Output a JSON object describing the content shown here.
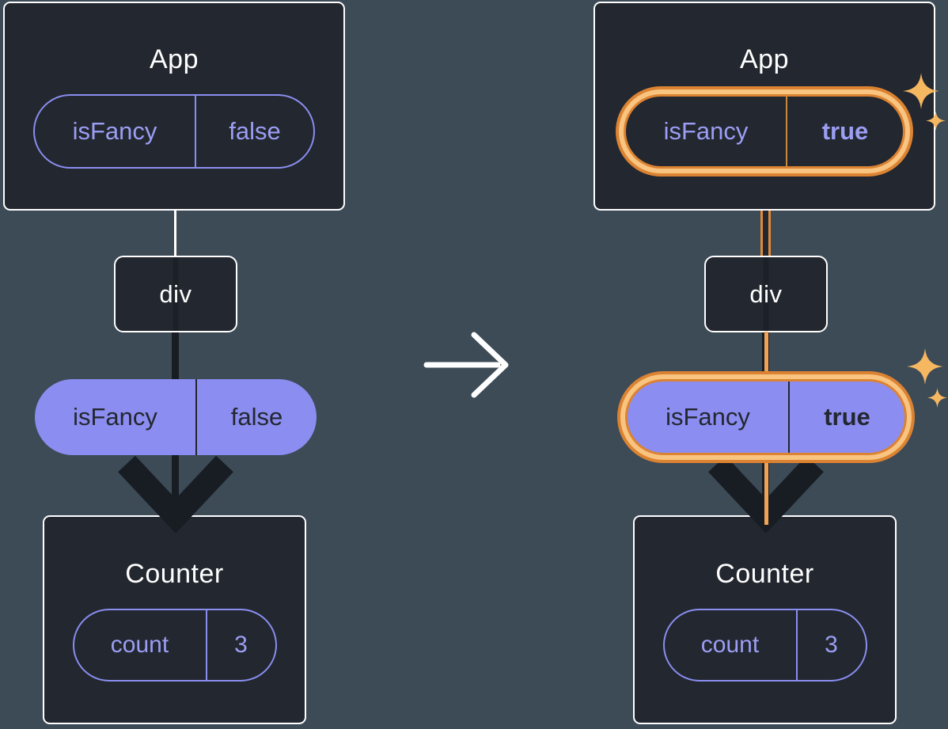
{
  "left": {
    "app_title": "App",
    "app_state": {
      "key": "isFancy",
      "value": "false"
    },
    "div_title": "div",
    "prop": {
      "key": "isFancy",
      "value": "false"
    },
    "counter_title": "Counter",
    "counter_state": {
      "key": "count",
      "value": "3"
    }
  },
  "right": {
    "app_title": "App",
    "app_state": {
      "key": "isFancy",
      "value": "true"
    },
    "div_title": "div",
    "prop": {
      "key": "isFancy",
      "value": "true"
    },
    "counter_title": "Counter",
    "counter_state": {
      "key": "count",
      "value": "3"
    }
  },
  "icons": {
    "flow_arrow": "arrow-right-icon",
    "arrowhead": "arrowhead-down-icon",
    "sparkle": "sparkle-icon"
  },
  "colors": {
    "background": "#3D4B57",
    "node_fill": "#23272F",
    "node_border": "#FFFFFF",
    "purple_border": "#8A8EF0",
    "purple_text": "#9B9EF3",
    "purple_fill": "#8B8DF1",
    "dark_text": "#23272F",
    "arrow_dark": "#181D24",
    "highlight_orange": "#DB8332",
    "highlight_light": "#F8C480",
    "sparkle_orange": "#F6B761",
    "white": "#FFFFFF"
  }
}
